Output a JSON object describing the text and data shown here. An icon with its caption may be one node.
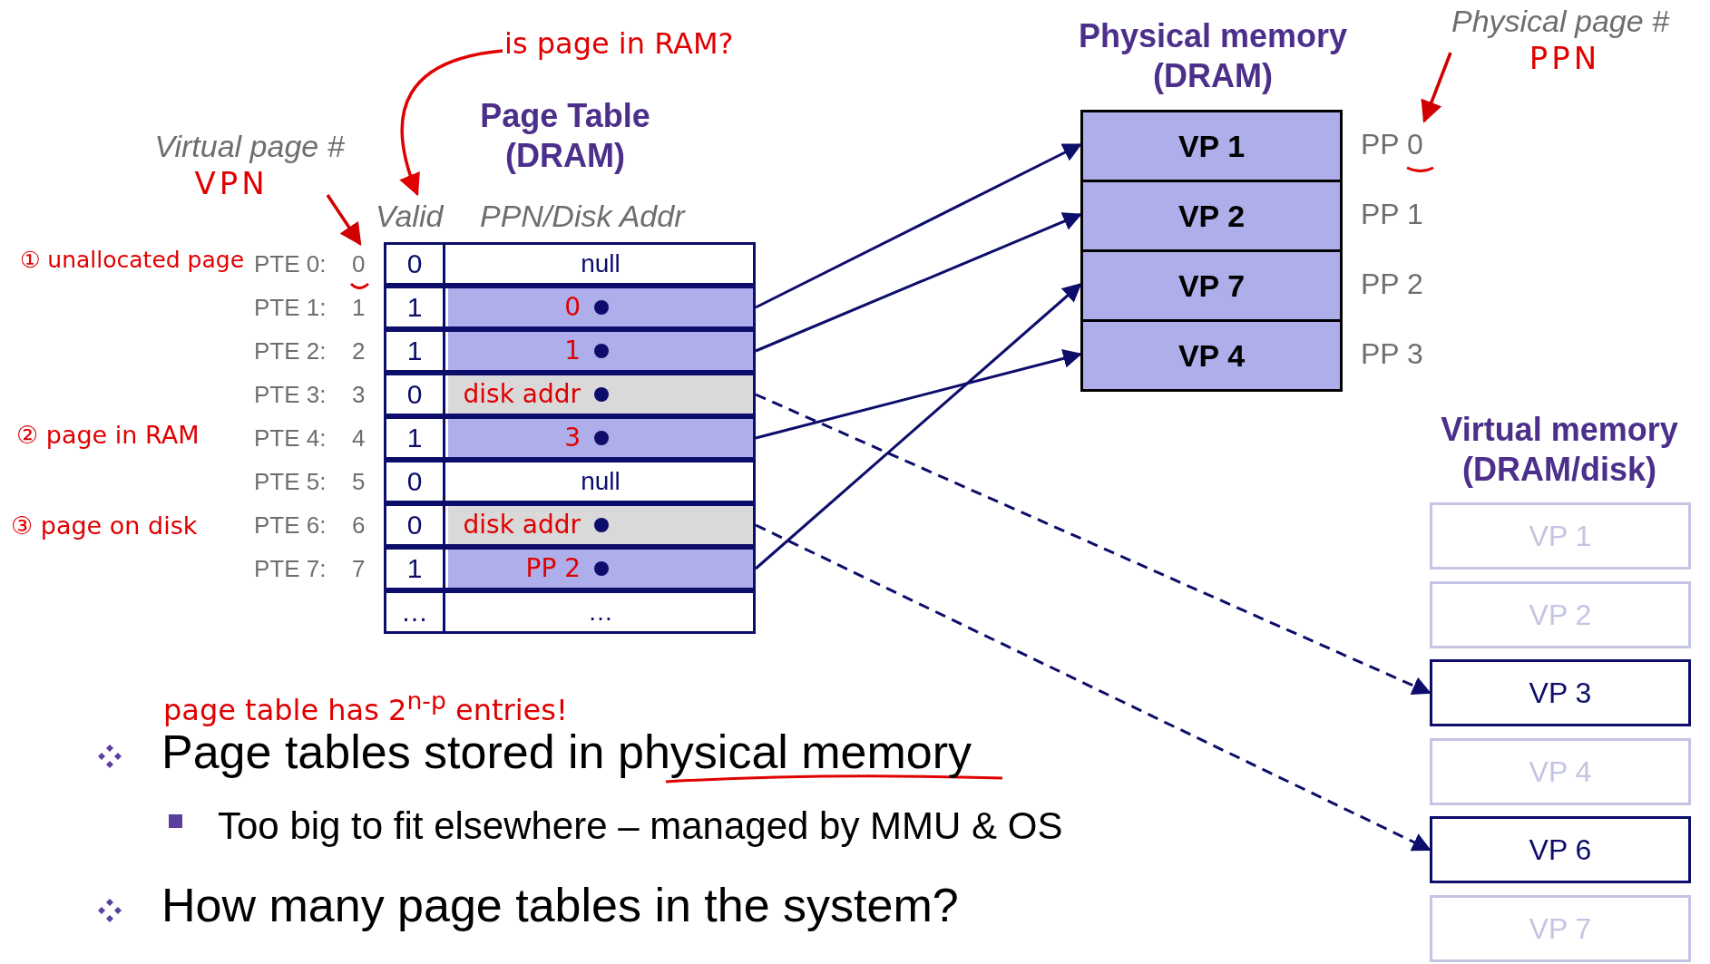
{
  "diagram": {
    "nodes": [
      {
        "text": [
          "Page Table (DRAM)"
        ]
      },
      {
        "text": [
          "0",
          "null"
        ],
        "in": 0,
        "beside": [
          "PTE 0:",
          "0"
        ]
      },
      {
        "text": [
          "1",
          "0"
        ],
        "in": 0,
        "beside": [
          "PTE 1:",
          "1"
        ]
      },
      {
        "text": [
          "1",
          "1"
        ],
        "in": 0,
        "beside": [
          "PTE 2:",
          "2"
        ]
      },
      {
        "text": [
          "0",
          "disk addr"
        ],
        "in": 0,
        "beside": [
          "PTE 3:",
          "3"
        ]
      },
      {
        "text": [
          "1",
          "3"
        ],
        "in": 0,
        "beside": [
          "PTE 4:",
          "4"
        ]
      },
      {
        "text": [
          "0",
          "null"
        ],
        "in": 0,
        "beside": [
          "PTE 5:",
          "5"
        ]
      },
      {
        "text": [
          "0",
          "disk addr"
        ],
        "in": 0,
        "beside": [
          "PTE 6:",
          "6"
        ]
      },
      {
        "text": [
          "1",
          "PP 2"
        ],
        "in": 0,
        "beside": [
          "PTE 7:",
          "7"
        ]
      },
      {
        "text": [
          "…",
          "…"
        ],
        "in": 0
      },
      {
        "text": [
          "Physical memory (DRAM)"
        ]
      },
      {
        "text": [
          "VP 1"
        ],
        "in": 10,
        "beside": [
          "PP 0"
        ]
      },
      {
        "text": [
          "VP 2"
        ],
        "in": 10,
        "beside": [
          "PP 1"
        ]
      },
      {
        "text": [
          "VP 7"
        ],
        "in": 10,
        "beside": [
          "PP 2"
        ]
      },
      {
        "text": [
          "VP 4"
        ],
        "in": 10,
        "beside": [
          "PP 3"
        ]
      },
      {
        "text": [
          "Virtual memory (DRAM/disk)"
        ]
      },
      {
        "text": [
          "VP 1"
        ],
        "in": 15
      },
      {
        "text": [
          "VP 2"
        ],
        "in": 15
      },
      {
        "text": [
          "VP 3"
        ],
        "in": 15
      },
      {
        "text": [
          "VP 4"
        ],
        "in": 15
      },
      {
        "text": [
          "VP 6"
        ],
        "in": 15
      },
      {
        "text": [
          "VP 7"
        ],
        "in": 15
      },
      {
        "text": [
          "Physical page #",
          "PPN"
        ]
      },
      {
        "text": [
          "Virtual page #",
          "VPN"
        ]
      },
      {
        "text": [
          "is page in RAM?"
        ]
      },
      {
        "text": [
          "Valid"
        ]
      }
    ],
    "edges": [
      {
        "from": 2,
        "to": 11,
        "arrow": "to"
      },
      {
        "from": 3,
        "to": 12,
        "arrow": "to"
      },
      {
        "from": 4,
        "to": 18,
        "arrow": "to",
        "style": "dashed"
      },
      {
        "from": 5,
        "to": 14,
        "arrow": "to"
      },
      {
        "from": 7,
        "to": 20,
        "arrow": "to",
        "style": "dashed"
      },
      {
        "from": 8,
        "to": 13,
        "arrow": "to"
      },
      {
        "from": 22,
        "to": 11,
        "arrow": "to",
        "color": "#d00000"
      },
      {
        "from": 23,
        "to": 1,
        "arrow": "to",
        "color": "#d00000"
      },
      {
        "from": 24,
        "to": 25,
        "arrow": "to",
        "color": "#e00000"
      }
    ],
    "labels": [
      "PPN/Disk Addr",
      "① unallocated page",
      "② page in RAM",
      "③ page on disk",
      "page table has 2$^{n-p}$ entries!",
      "Page tables stored in physical memory",
      "Too big to fit elsewhere – managed by MMU & OS",
      "How many page tables in the system?"
    ]
  }
}
